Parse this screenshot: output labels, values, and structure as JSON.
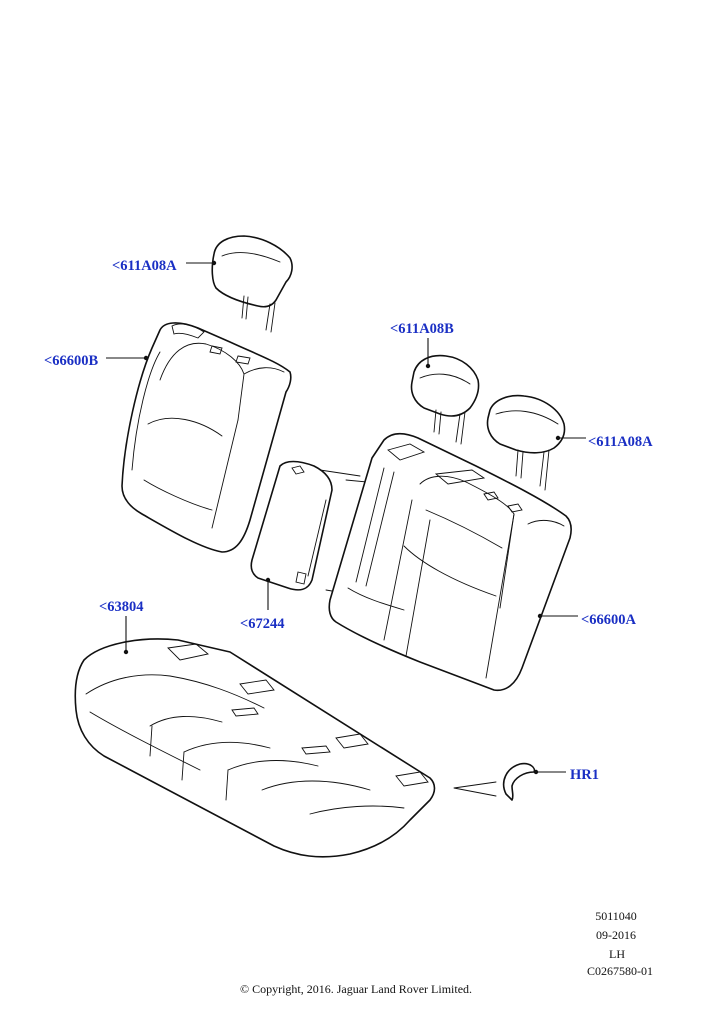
{
  "labels": {
    "headrest_left": "<611A08A",
    "headrest_center": "<611A08B",
    "headrest_right": "<611A08A",
    "backrest_left": "<66600B",
    "backrest_right": "<66600A",
    "armrest": "<67244",
    "cushion": "<63804",
    "clip": "HR1"
  },
  "info_block": {
    "ref_number": "5011040",
    "date": "09-2016",
    "side": "LH",
    "illustration_code": "C0267580-01"
  },
  "copyright": "© Copyright, 2016. Jaguar Land Rover Limited."
}
